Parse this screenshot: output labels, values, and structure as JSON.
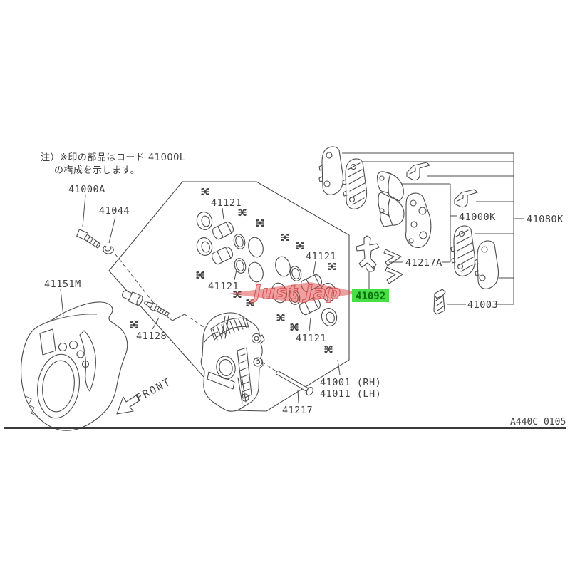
{
  "note": {
    "line1": "注）※印の部品はコード 41000L",
    "line2": "の構成を示します。"
  },
  "labels": {
    "banjo_bolt": "41000A",
    "washer": "41044",
    "splash_shield": "41151M",
    "bleeder_screw": "41128",
    "piston_seal_kit": "41121",
    "caliper_rh": "41001 (RH)",
    "caliper_lh": "41011 (LH)",
    "lock_pin": "41217",
    "pad_clip": "41217A",
    "shim_clip_kit": "41000K",
    "pad_kit": "41080K",
    "wear_indicator": "41003",
    "support_clip": "41092"
  },
  "symbols": {
    "reference_mark": "※"
  },
  "orientation": {
    "front_label": "FRONT"
  },
  "watermark": {
    "text": "Just Jap"
  },
  "footer": {
    "drawing_code": "A440C 0105"
  },
  "highlight": {
    "part": "41092",
    "bg": "#46df46",
    "text_color": "#0c6f0c"
  },
  "colors": {
    "line": "#4b4b4b",
    "label": "#3e3e3e",
    "watermark_red": "#d94444"
  }
}
